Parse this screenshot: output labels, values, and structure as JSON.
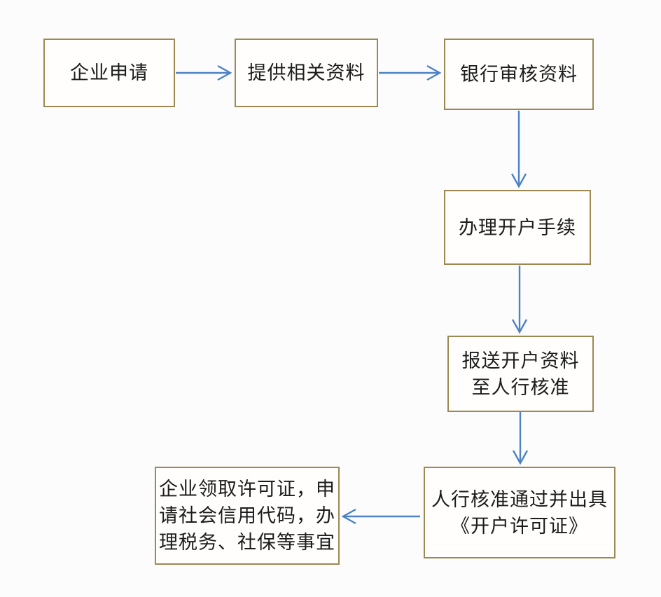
{
  "diagram": {
    "type": "flowchart",
    "colors": {
      "box_border": "#9c8852",
      "box_fill": "#fffefd",
      "arrow": "#4d82c4",
      "text": "#1c1c1c",
      "background": "#fcfcfc"
    },
    "nodes": [
      {
        "id": "enterprise-apply",
        "lines": [
          "企业申请"
        ]
      },
      {
        "id": "provide-materials",
        "lines": [
          "提供相关资料"
        ]
      },
      {
        "id": "bank-review",
        "lines": [
          "银行审核资料"
        ]
      },
      {
        "id": "open-account",
        "lines": [
          "办理开户手续"
        ]
      },
      {
        "id": "submit-to-pboc",
        "lines": [
          "报送开户资料",
          "至人行核准"
        ]
      },
      {
        "id": "pboc-approve",
        "lines": [
          "人行核准通过并出具",
          "《开户许可证》"
        ]
      },
      {
        "id": "enterprise-collect",
        "lines": [
          "企业领取许可证，申",
          "请社会信用代码，办",
          "理税务、社保等事宜"
        ]
      }
    ],
    "edges": [
      {
        "from": "enterprise-apply",
        "to": "provide-materials",
        "direction": "right"
      },
      {
        "from": "provide-materials",
        "to": "bank-review",
        "direction": "right"
      },
      {
        "from": "bank-review",
        "to": "open-account",
        "direction": "down"
      },
      {
        "from": "open-account",
        "to": "submit-to-pboc",
        "direction": "down"
      },
      {
        "from": "submit-to-pboc",
        "to": "pboc-approve",
        "direction": "down"
      },
      {
        "from": "pboc-approve",
        "to": "enterprise-collect",
        "direction": "left"
      }
    ]
  }
}
